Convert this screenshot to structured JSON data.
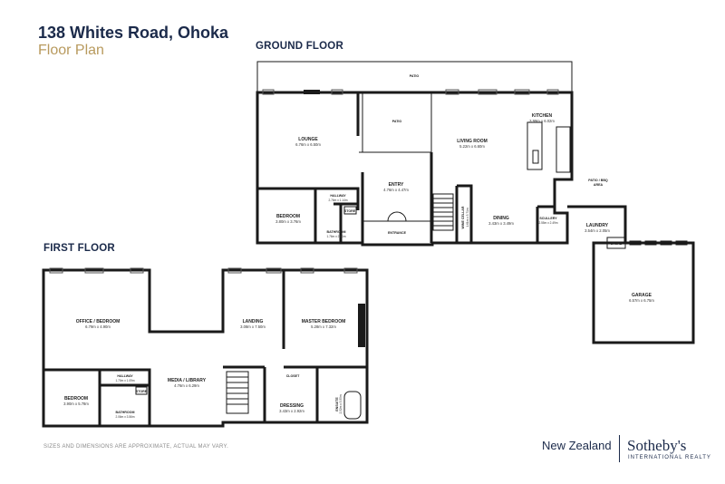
{
  "header": {
    "title": "138 Whites Road, Ohoka",
    "subtitle": "Floor Plan"
  },
  "floors": {
    "ground": "GROUND FLOOR",
    "first": "FIRST FLOOR"
  },
  "ground_rooms": {
    "patio_top": "PATIO",
    "patio_inner": "PATIO",
    "lounge": {
      "name": "LOUNGE",
      "dim": "6.76m x 6.50m"
    },
    "kitchen": {
      "name": "KITCHEN",
      "dim": "3.99m x 6.02m"
    },
    "living": {
      "name": "LIVING ROOM",
      "dim": "5.22m x 6.60m"
    },
    "entry": {
      "name": "ENTRY",
      "dim": "4.76m x 4.47m"
    },
    "hallway": {
      "name": "HALLWAY",
      "dim": "2.76m x 1.14m"
    },
    "bedroom": {
      "name": "BEDROOM",
      "dim": "3.80m x 3.76m"
    },
    "bathroom": {
      "name": "BATHROOM",
      "dim": "1.76m x 2.61m"
    },
    "store": "STORE",
    "entrance": "ENTRANCE",
    "wine_cellar": {
      "name": "WINE CELLAR",
      "dim": "1.61m x 3.71m"
    },
    "dining": {
      "name": "DINING",
      "dim": "3.43m x 3.49m"
    },
    "scullery": {
      "name": "SCULLERY",
      "dim": "2.55m x 2.49m"
    },
    "patio_bbq": {
      "name": "PATIO / BBQ",
      "sub": "AREA"
    },
    "laundry": {
      "name": "LAUNDRY",
      "dim": "3.54m x 2.05m"
    },
    "store2": "STORE",
    "garage": {
      "name": "GARAGE",
      "dim": "6.57m x 6.75m"
    }
  },
  "first_rooms": {
    "office": {
      "name": "OFFICE / BEDROOM",
      "dim": "6.79m x 4.90m"
    },
    "hallway": {
      "name": "HALLWAY",
      "dim": "1.70m x 1.09m"
    },
    "bedroom": {
      "name": "BEDROOM",
      "dim": "3.90m x 5.78m"
    },
    "bathroom": {
      "name": "BATHROOM",
      "dim": "2.06m x 3.56m"
    },
    "store": "STORE",
    "media": {
      "name": "MEDIA / LIBRARY",
      "dim": "4.76m x 6.29m"
    },
    "landing": {
      "name": "LANDING",
      "dim": "3.08m x 7.50m"
    },
    "master": {
      "name": "MASTER BEDROOM",
      "dim": "5.28m x 7.32m"
    },
    "closet": "CLOSET",
    "dressing": {
      "name": "DRESSING",
      "dim": "3.43m x 2.92m"
    },
    "ensuite": {
      "name": "ENSUITE",
      "dim": "2.52m x 3.55m"
    }
  },
  "footer": {
    "disclaimer": "SIZES AND DIMENSIONS ARE APPROXIMATE, ACTUAL MAY VARY.",
    "region": "New Zealand",
    "brand": "Sotheby's",
    "brand_sub": "INTERNATIONAL REALTY"
  }
}
